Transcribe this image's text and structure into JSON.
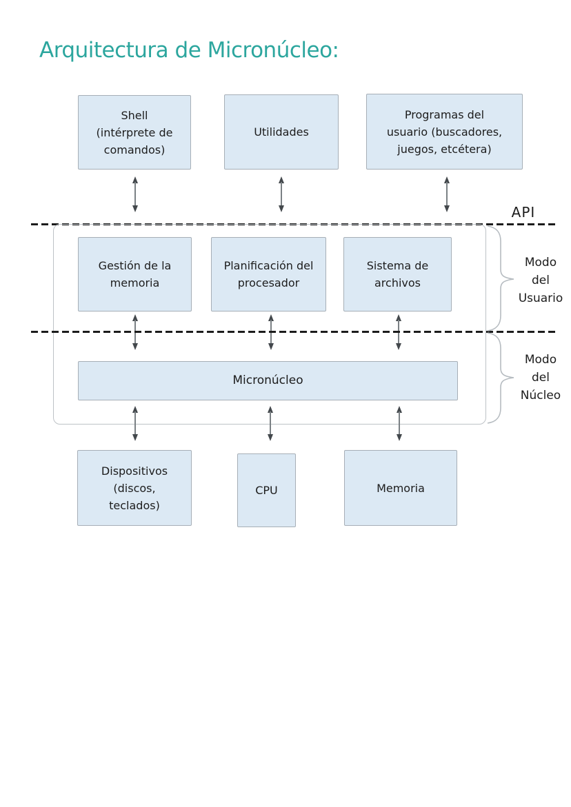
{
  "title": "Arquitectura de Micronúcleo:",
  "api_label": "API",
  "modes": {
    "user": "Modo\ndel\nUsuario",
    "kernel": "Modo\ndel\nNúcleo"
  },
  "boxes": {
    "shell": "Shell\n(intérprete de\ncomandos)",
    "utilities": "Utilidades",
    "user_programs": "Programas del\nusuario (buscadores,\njuegos, etcétera)",
    "memory_management": "Gestión de la\nmemoria",
    "processor_scheduling": "Planificación del\nprocesador",
    "file_system": "Sistema de\narchivos",
    "microkernel": "Micronúcleo",
    "devices": "Dispositivos\n(discos,\nteclados)",
    "cpu": "CPU",
    "memory": "Memoria"
  },
  "colors": {
    "box_fill": "#dce9f4",
    "box_border": "#a6aeb6",
    "title_teal": "#2ca69e",
    "dashed_line": "#1b1b1b",
    "arrow_head": "#43484c",
    "arrow_stem": "#7a8084",
    "outline_gray": "#bdc2c6"
  }
}
